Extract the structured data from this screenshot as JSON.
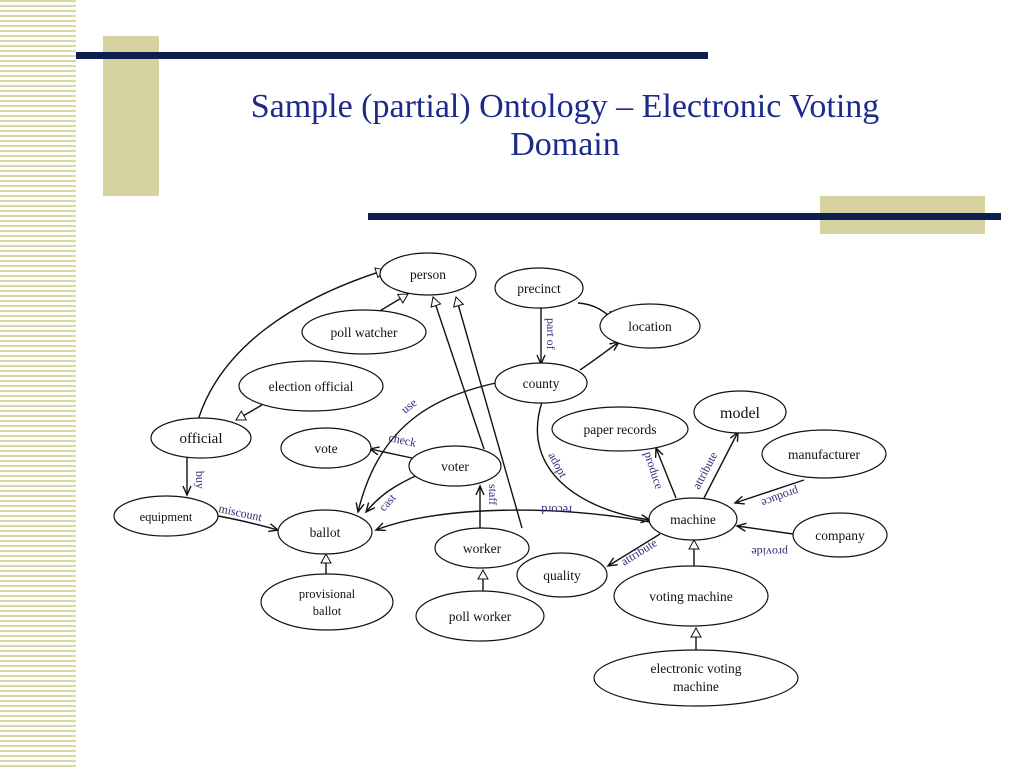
{
  "title": {
    "line1": "Sample  (partial) Ontology – Electronic Voting",
    "line2": "Domain"
  },
  "colors": {
    "title": "#1c2a8a",
    "navy_line": "#0e1f4f",
    "tan": "#d6d3a0",
    "edge_label": "#3a2a7a"
  },
  "diagram": {
    "nodes": [
      {
        "id": "person",
        "lines": [
          "person"
        ]
      },
      {
        "id": "precinct",
        "lines": [
          "precinct"
        ]
      },
      {
        "id": "location",
        "lines": [
          "location"
        ]
      },
      {
        "id": "poll-watcher",
        "lines": [
          "poll watcher"
        ]
      },
      {
        "id": "county",
        "lines": [
          "county"
        ]
      },
      {
        "id": "election-official",
        "lines": [
          "election official"
        ]
      },
      {
        "id": "official",
        "lines": [
          "official"
        ]
      },
      {
        "id": "vote",
        "lines": [
          "vote"
        ]
      },
      {
        "id": "voter",
        "lines": [
          "voter"
        ]
      },
      {
        "id": "paper-records",
        "lines": [
          "paper records"
        ]
      },
      {
        "id": "model",
        "lines": [
          "model"
        ]
      },
      {
        "id": "manufacturer",
        "lines": [
          "manufacturer"
        ]
      },
      {
        "id": "equipment",
        "lines": [
          "equipment"
        ]
      },
      {
        "id": "ballot",
        "lines": [
          "ballot"
        ]
      },
      {
        "id": "worker",
        "lines": [
          "worker"
        ]
      },
      {
        "id": "machine",
        "lines": [
          "machine"
        ]
      },
      {
        "id": "company",
        "lines": [
          "company"
        ]
      },
      {
        "id": "quality",
        "lines": [
          "quality"
        ]
      },
      {
        "id": "voting-machine",
        "lines": [
          "voting machine"
        ]
      },
      {
        "id": "provisional-ballot",
        "lines": [
          "provisional",
          "ballot"
        ]
      },
      {
        "id": "poll-worker",
        "lines": [
          "poll worker"
        ]
      },
      {
        "id": "electronic-voting-machine",
        "lines": [
          "electronic voting",
          "machine"
        ]
      }
    ],
    "edge_labels": [
      {
        "id": "part-of",
        "text": "part of"
      },
      {
        "id": "use",
        "text": "use"
      },
      {
        "id": "check",
        "text": "check"
      },
      {
        "id": "buy",
        "text": "buy"
      },
      {
        "id": "miscount",
        "text": "miscount"
      },
      {
        "id": "cast",
        "text": "cast"
      },
      {
        "id": "adopt",
        "text": "adopt"
      },
      {
        "id": "record",
        "text": "record"
      },
      {
        "id": "produce-paper",
        "text": "produce"
      },
      {
        "id": "attribute-model",
        "text": "attribute"
      },
      {
        "id": "produce-manufacturer",
        "text": "produce"
      },
      {
        "id": "provide",
        "text": "provide"
      },
      {
        "id": "attribute-quality",
        "text": "attribute"
      },
      {
        "id": "staff",
        "text": "staff"
      }
    ]
  }
}
